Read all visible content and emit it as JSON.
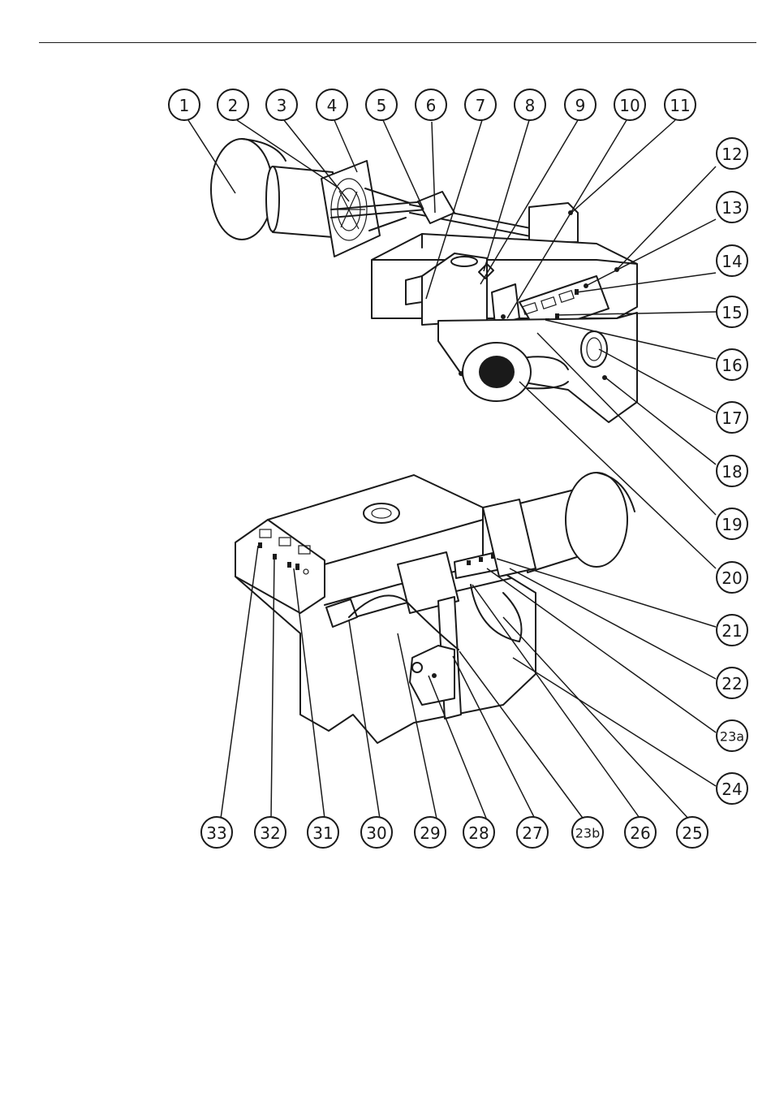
{
  "figure": {
    "upper_view_callouts": [
      "1",
      "2",
      "3",
      "4",
      "5",
      "6",
      "7",
      "8",
      "9",
      "10",
      "11",
      "12",
      "13",
      "14",
      "15",
      "16",
      "17",
      "18",
      "19",
      "20"
    ],
    "lower_view_callouts": [
      "21",
      "22",
      "23a",
      "24",
      "25",
      "26",
      "23b",
      "27",
      "28",
      "29",
      "30",
      "31",
      "32",
      "33"
    ]
  },
  "colors": {
    "line": "#1a1a1a",
    "background": "#ffffff"
  }
}
